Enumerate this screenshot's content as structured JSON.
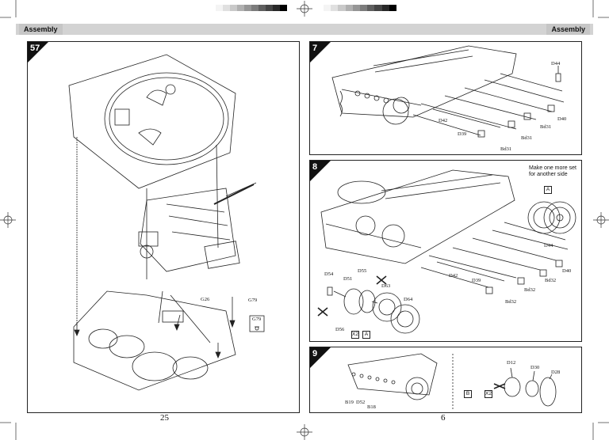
{
  "header": {
    "left_title": "Assembly",
    "right_title": "Assembly"
  },
  "pages": {
    "left_number": "25",
    "right_number": "6"
  },
  "step57": {
    "number": "57",
    "labels": {
      "g26": "G26",
      "g79": "G79",
      "g79_box": "G79"
    }
  },
  "step7": {
    "number": "7",
    "labels": {
      "d44": "D44",
      "d42": "D42",
      "d39": "D39",
      "bd31a": "Bd31",
      "bd31b": "Bd31",
      "bd31c": "Bd31",
      "d40": "D40"
    }
  },
  "step8": {
    "number": "8",
    "note": "Make one more set for another side",
    "callout": "A",
    "labels": {
      "d54": "D54",
      "d51": "D51",
      "d55": "D55",
      "d63": "D63",
      "d64": "D64",
      "d56": "D56",
      "x2": "X2",
      "a_box": "A",
      "d42": "D42",
      "d39": "D39",
      "d44": "D44",
      "bd32a": "Bd32",
      "bd32b": "Bd32",
      "bd32c": "Bd32",
      "d40": "D40"
    }
  },
  "step9": {
    "number": "9",
    "labels": {
      "b19": "B19",
      "d52": "D52",
      "b18": "B18",
      "d12": "D12",
      "d30": "D30",
      "d28": "D28",
      "b_box": "B",
      "x2": "X2"
    }
  }
}
